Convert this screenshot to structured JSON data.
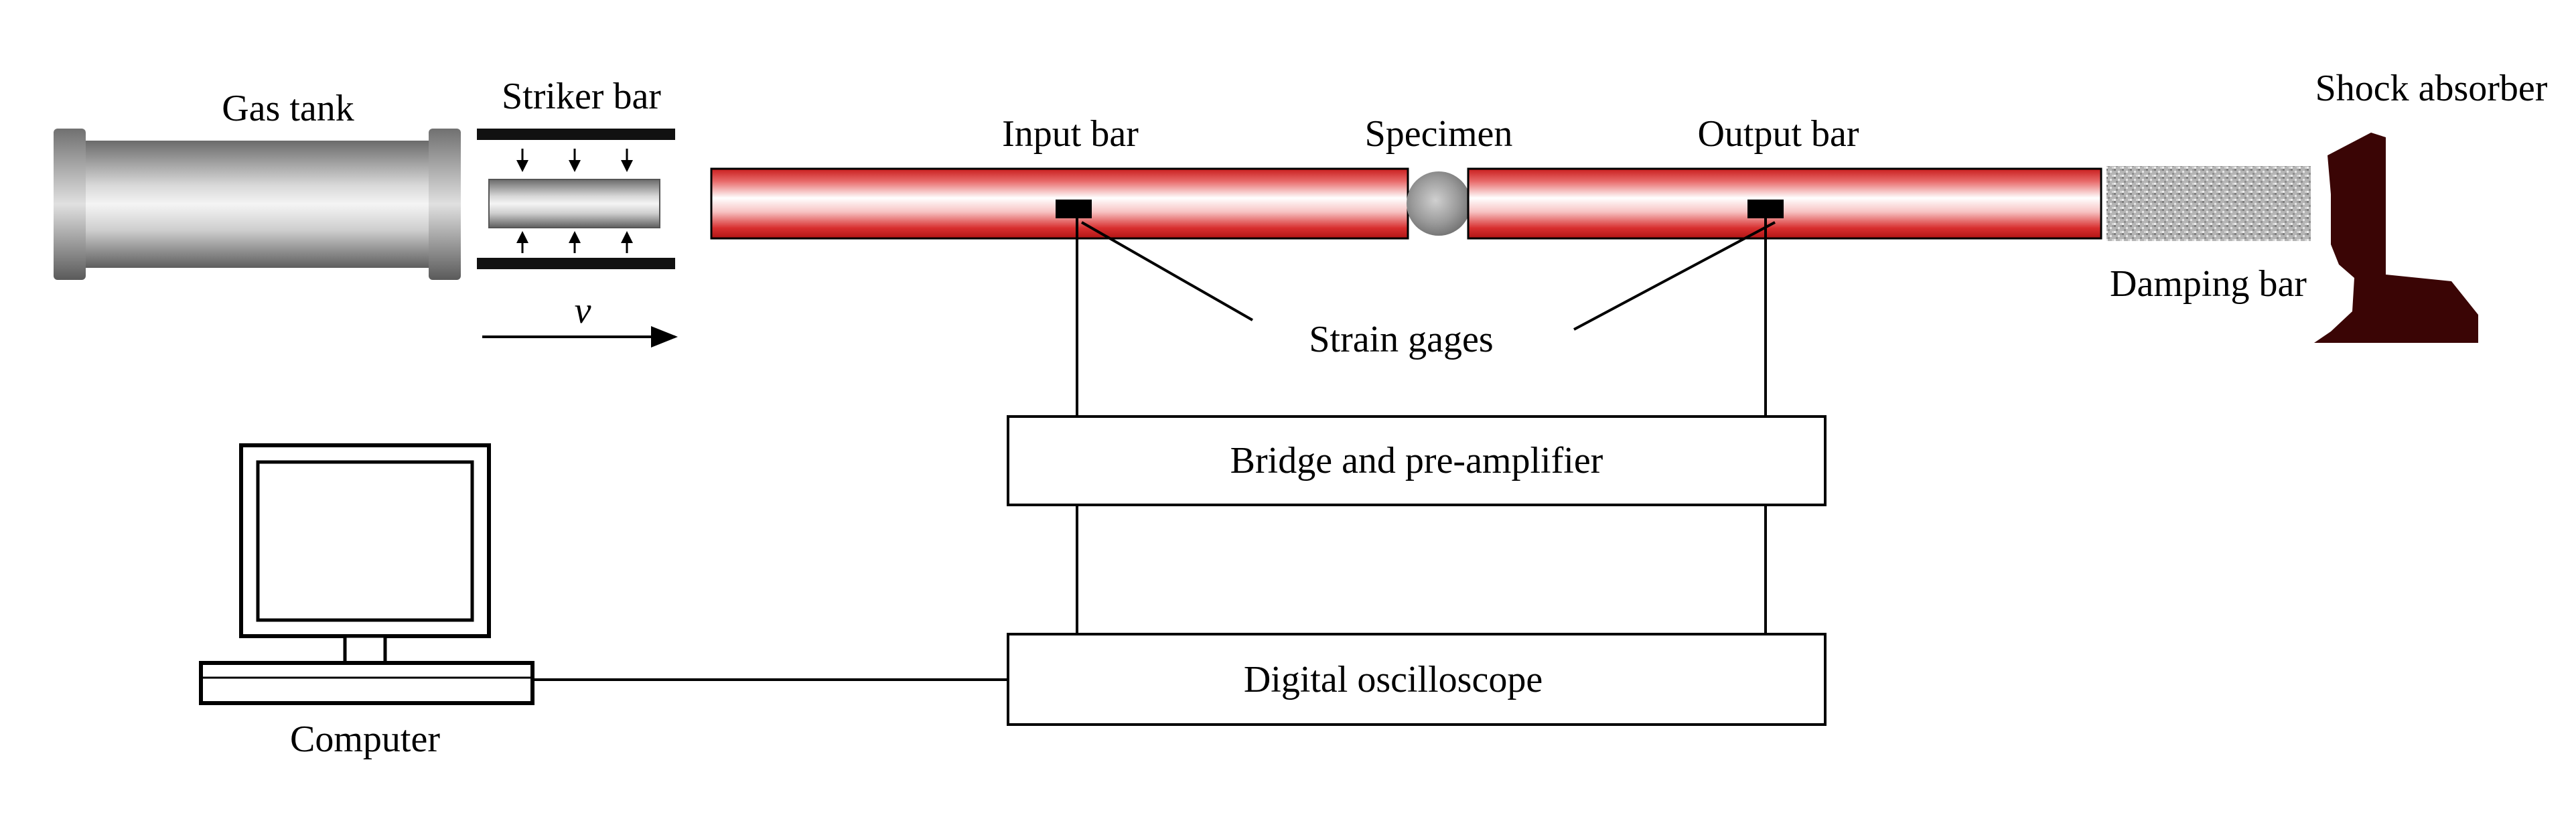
{
  "labels": {
    "gas_tank": "Gas tank",
    "striker_bar": "Striker bar",
    "velocity": "v",
    "input_bar": "Input bar",
    "specimen": "Specimen",
    "output_bar": "Output bar",
    "shock_absorber": "Shock absorber",
    "damping_bar": "Damping bar",
    "strain_gages": "Strain gages",
    "bridge": "Bridge and pre-amplifier",
    "oscilloscope": "Digital oscilloscope",
    "computer": "Computer"
  },
  "colors": {
    "bar_red": "#d42a2a",
    "bar_highlight": "#ffffff",
    "absorber": "#3a0505",
    "gray_dark": "#6a6a6a",
    "gray_light": "#f2f2f2"
  }
}
